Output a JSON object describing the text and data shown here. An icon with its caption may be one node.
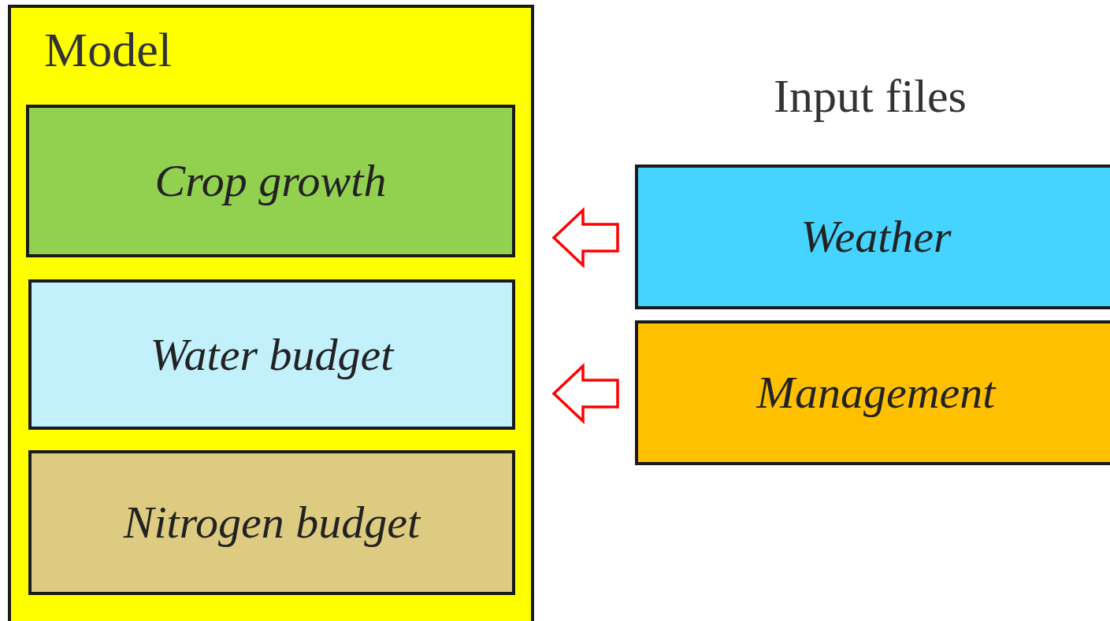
{
  "diagram": {
    "nodes": [
      {
        "text": [
          "Model"
        ]
      },
      {
        "text": [
          "Crop growth"
        ],
        "in": 0
      },
      {
        "text": [
          "Water budget"
        ],
        "in": 0
      },
      {
        "text": [
          "Nitrogen budget"
        ],
        "in": 0
      },
      {
        "text": [
          "Weather"
        ]
      },
      {
        "text": [
          "Management"
        ]
      }
    ],
    "edges": [
      {
        "from": 4,
        "to": 0,
        "arrow": "to"
      },
      {
        "from": 5,
        "to": 0,
        "arrow": "to"
      }
    ],
    "labels": [
      "Input files"
    ]
  }
}
